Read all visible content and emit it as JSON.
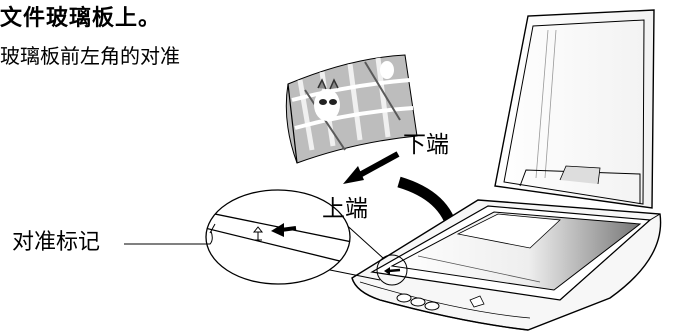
{
  "heading": "文件玻璃板上。",
  "instruction": "玻璃板前左角的对准",
  "labels": {
    "bottom_edge": "下端",
    "top_edge": "上端",
    "alignment_mark": "对准标记"
  },
  "icons": {
    "photo": "photo-cat-icon",
    "scanner": "flatbed-scanner-icon",
    "curved_arrow": "curved-arrow-icon",
    "straight_arrow": "arrow-left-down-icon",
    "mark_arrow": "arrow-left-icon"
  }
}
